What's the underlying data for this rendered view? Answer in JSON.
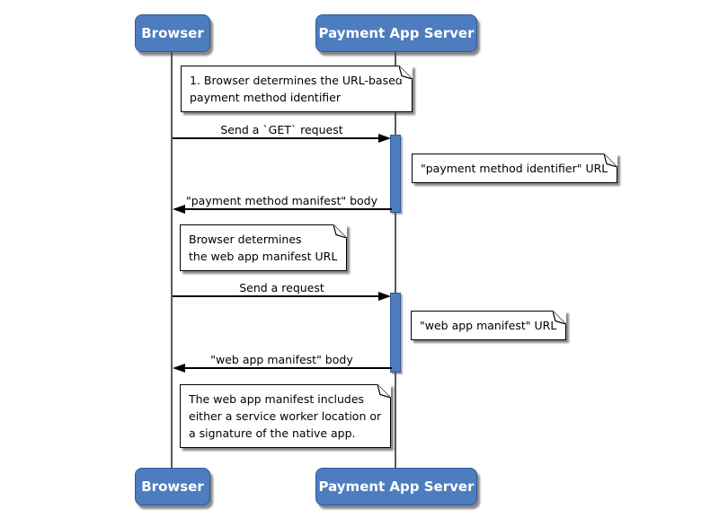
{
  "colors": {
    "background": "#ffffff",
    "actor_fill": "#4d7dbe",
    "actor_border": "#2d5a97",
    "actor_text": "#ffffff",
    "lifeline": "#5a5a5a",
    "activation_fill": "#4d7dbe",
    "activation_border": "#2d5a97",
    "note_fill": "#ffffff",
    "note_border": "#000000",
    "arrow": "#000000"
  },
  "actors": {
    "browser": {
      "label": "Browser"
    },
    "server": {
      "label": "Payment App Server"
    }
  },
  "messages": {
    "m1": {
      "label": "Send a `GET` request",
      "from": "Browser",
      "to": "Payment App Server",
      "direction": "right"
    },
    "m2": {
      "label": "\"payment method manifest\" body",
      "from": "Payment App Server",
      "to": "Browser",
      "direction": "left"
    },
    "m3": {
      "label": "Send a request",
      "from": "Browser",
      "to": "Payment App Server",
      "direction": "right"
    },
    "m4": {
      "label": "\"web app manifest\" body",
      "from": "Payment App Server",
      "to": "Browser",
      "direction": "left"
    }
  },
  "notes": {
    "determine_pmi": {
      "lines": [
        "1. Browser determines the URL-based",
        "payment method identifier"
      ]
    },
    "pmi_url": {
      "lines": [
        "\"payment method identifier\" URL"
      ]
    },
    "determine_wam": {
      "lines": [
        "Browser determines",
        "the web app manifest URL"
      ]
    },
    "wam_url": {
      "lines": [
        "\"web app manifest\" URL"
      ]
    },
    "wam_contents": {
      "lines": [
        "The web app manifest includes",
        "either a service worker location or",
        "a signature of the native app."
      ]
    }
  }
}
